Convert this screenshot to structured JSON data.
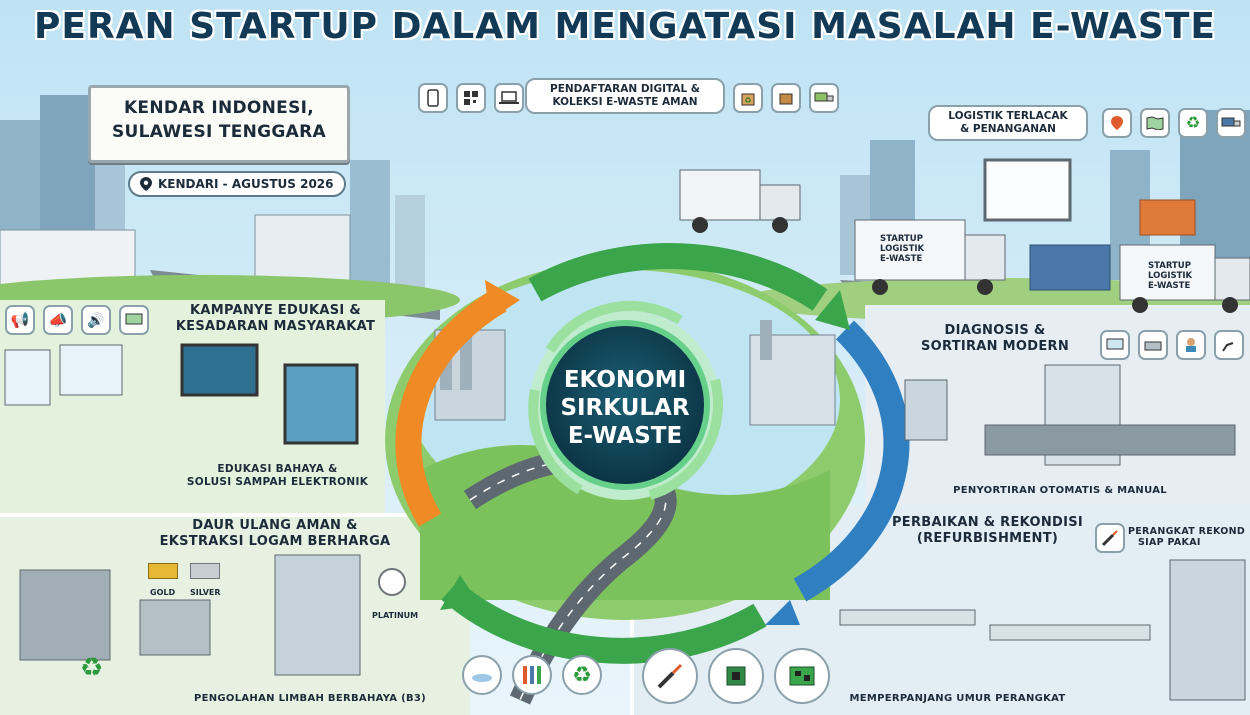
{
  "title": "PERAN STARTUP DALAM MENGATASI MASALAH E-WASTE",
  "location": {
    "banner_line1": "KENDAR INDONESI,",
    "banner_line2": "SULAWESI TENGGARA",
    "tag": "KENDARI - AGUSTUS 2026",
    "tag_icon": "location-pin-icon"
  },
  "center": {
    "line1": "EKONOMI",
    "line2": "SIRKULAR",
    "line3": "E-WASTE"
  },
  "registration": {
    "label_line1": "PENDAFTARAN DIGITAL &",
    "label_line2": "KOLEKSI E-WASTE AMAN"
  },
  "logistics": {
    "label_line1": "LOGISTIK TERLACAK",
    "label_line2": "& PENANGANAN",
    "truck_line1": "STARTUP",
    "truck_line2": "LOGISTIK",
    "truck_line3": "E-WASTE"
  },
  "education": {
    "label_line1": "KAMPANYE EDUKASI &",
    "label_line2": "KESADARAN MASYARAKAT",
    "caption_line1": "EDUKASI BAHAYA &",
    "caption_line2": "SOLUSI SAMPAH ELEKTRONIK"
  },
  "sorting": {
    "label_line1": "DIAGNOSIS &",
    "label_line2": "SORTIRAN MODERN",
    "caption": "PENYORTIRAN OTOMATIS & MANUAL"
  },
  "recycling": {
    "label_line1": "DAUR ULANG AMAN &",
    "label_line2": "EKSTRAKSI LOGAM BERHARGA",
    "gold": "GOLD",
    "silver": "SILVER",
    "platinum": "PLATINUM",
    "caption": "PENGOLAHAN LIMBAH BERBAHAYA (B3)"
  },
  "refurbish": {
    "label_line1": "PERBAIKAN & REKONDISI",
    "label_line2": "(REFURBISHMENT)",
    "tag_line1": "PERANGKAT REKOND",
    "tag_line2": "SIAP PAKAI",
    "caption": "MEMPERPANJANG UMUR PERANGKAT"
  },
  "colors": {
    "sky": "#cfe9f5",
    "title": "#123a56",
    "arrow_orange": "#f08a24",
    "arrow_green": "#3aa54a",
    "arrow_blue": "#2f7fc1",
    "center_circle": "#0e3b4f"
  }
}
